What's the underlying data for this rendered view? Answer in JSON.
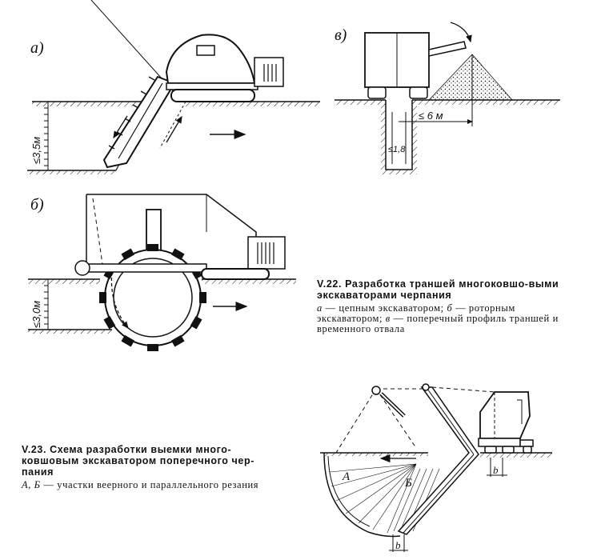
{
  "figure_labels": {
    "a": "а)",
    "b": "б)",
    "v": "в)"
  },
  "dimensions": {
    "depth_a": "≤3,5м",
    "depth_b": "≤3,0м",
    "reach_v": "≤ 6 м",
    "width_v": "≤1,8",
    "b_top": "b",
    "b_bottom": "b"
  },
  "zone_labels": {
    "A": "А",
    "B": "Б"
  },
  "caption_v22": {
    "number": "V.22.",
    "title": "Разработка траншей многоковшо-выми экскаваторами черпания",
    "line1_a": "а",
    "line1_a_text": " — цепным экскаватором; ",
    "line1_b": "б",
    "line1_b_text": " — роторным экскаватором; ",
    "line1_v": "в",
    "line1_v_text": " — поперечный профиль траншей и временного отвала"
  },
  "caption_v23": {
    "number": "V.23.",
    "title": "Схема разработки выемки много-ковшовым экскаватором поперечного чер-пания",
    "items": "А, Б",
    "items_text": " — участки веерного и параллельного резания"
  }
}
